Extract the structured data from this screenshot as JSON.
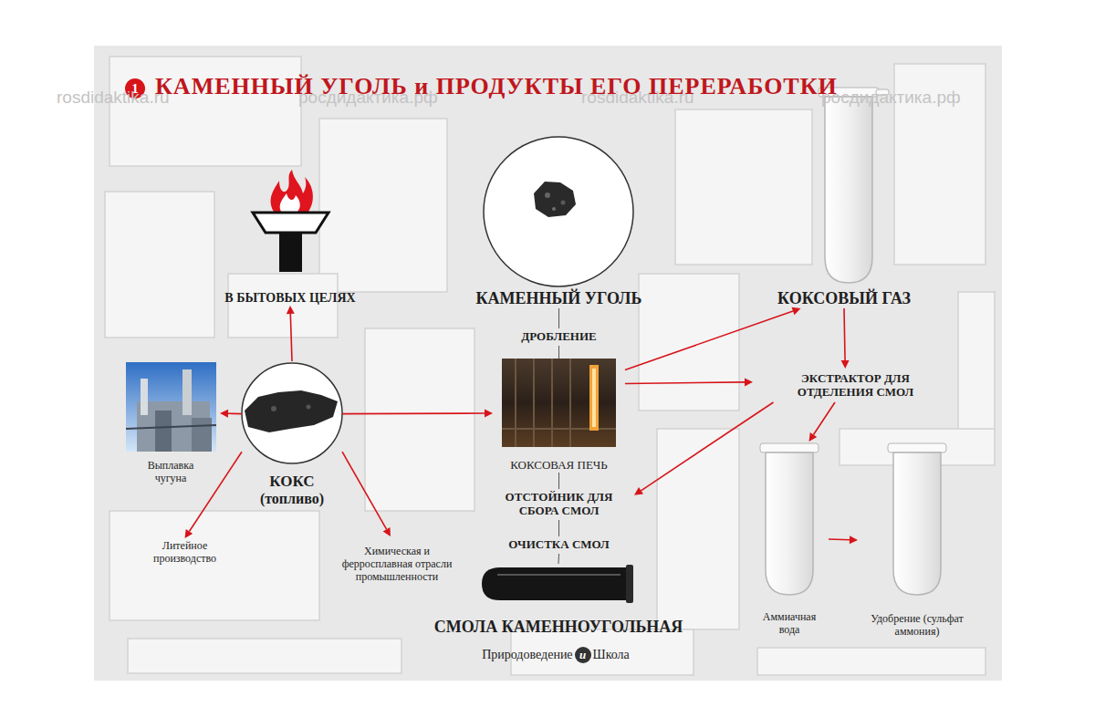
{
  "diagram": {
    "title": "КАМЕННЫЙ УГОЛЬ и ПРОДУКТЫ ЕГО ПЕРЕРАБОТКИ",
    "nodes": [
      {
        "text": [
          "В БЫТОВЫХ ЦЕЛЯХ"
        ]
      },
      {
        "text": [
          "КАМЕННЫЙ УГОЛЬ"
        ]
      },
      {
        "text": [
          "КОКСОВЫЙ ГАЗ"
        ]
      },
      {
        "text": [
          "ДРОБЛЕНИЕ"
        ]
      },
      {
        "text": [
          "КОКСОВАЯ ПЕЧЬ"
        ]
      },
      {
        "text": [
          "ЭКСТРАКТОР ДЛЯ ОТДЕЛЕНИЯ СМОЛ"
        ]
      },
      {
        "text": [
          "Выплавка чугуна"
        ]
      },
      {
        "text": [
          "КОКС",
          "(топливо)"
        ]
      },
      {
        "text": [
          "ОТСТОЙНИК ДЛЯ СБОРА СМОЛ"
        ]
      },
      {
        "text": [
          "Литейное производство"
        ]
      },
      {
        "text": [
          "Химическая и ферросплавная отрасли промышленности"
        ]
      },
      {
        "text": [
          "ОЧИСТКА СМОЛ"
        ]
      },
      {
        "text": [
          "Аммиачная вода"
        ]
      },
      {
        "text": [
          "Удобрение (сульфат аммония)"
        ]
      },
      {
        "text": [
          "СМОЛА КАМЕННОУГОЛЬНАЯ"
        ]
      }
    ],
    "edges": [
      {
        "from": 1,
        "to": 3,
        "arrow": "none"
      },
      {
        "from": 3,
        "to": 4,
        "arrow": "none"
      },
      {
        "from": 4,
        "to": 2,
        "arrow": "to"
      },
      {
        "from": 4,
        "to": 5,
        "arrow": "to"
      },
      {
        "from": 2,
        "to": 5,
        "arrow": "to"
      },
      {
        "from": 5,
        "to": 12,
        "arrow": "to"
      },
      {
        "from": 5,
        "to": 8,
        "arrow": "to"
      },
      {
        "from": 4,
        "to": 8,
        "arrow": "none"
      },
      {
        "from": 8,
        "to": 11,
        "arrow": "none"
      },
      {
        "from": 11,
        "to": 14,
        "arrow": "none"
      },
      {
        "from": 12,
        "to": 13,
        "arrow": "to"
      },
      {
        "from": 7,
        "to": 4,
        "arrow": "to"
      },
      {
        "from": 7,
        "to": 0,
        "arrow": "to"
      },
      {
        "from": 7,
        "to": 6,
        "arrow": "to"
      },
      {
        "from": 7,
        "to": 9,
        "arrow": "to"
      },
      {
        "from": 7,
        "to": 10,
        "arrow": "to"
      }
    ],
    "labels": [
      "1",
      "rosdidaktika.ru",
      "росдидактика.рф",
      "rosdidaktika.ru",
      "росдидактика.рф",
      "Природоведение",
      "и",
      "Школа"
    ]
  }
}
